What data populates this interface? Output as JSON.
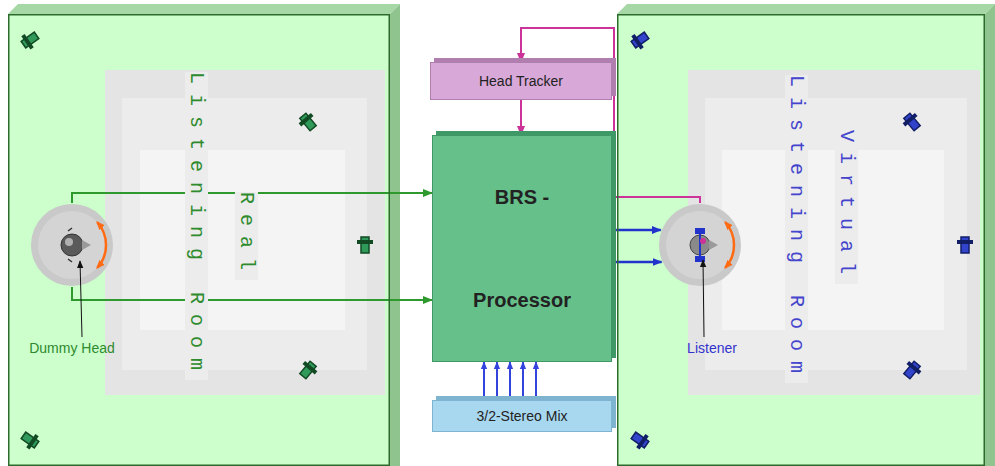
{
  "diagram": {
    "nodes": [
      {
        "text": [
          "Real Listening Room"
        ]
      },
      {
        "text": [
          "Dummy Head"
        ],
        "in": 0
      },
      {
        "text": [
          "Head Tracker"
        ]
      },
      {
        "text": [
          "BRS - Processor"
        ]
      },
      {
        "text": [
          "3/2-Stereo Mix"
        ]
      },
      {
        "text": [
          "Virtual Listening Room"
        ]
      },
      {
        "text": [
          "Listener"
        ],
        "in": 5
      }
    ],
    "edges": [
      {
        "from": 1,
        "to": 3,
        "arrow": "to"
      },
      {
        "from": 1,
        "to": 3,
        "arrow": "to"
      },
      {
        "from": 3,
        "to": 6,
        "arrow": "to"
      },
      {
        "from": 3,
        "to": 6,
        "arrow": "to"
      },
      {
        "from": 6,
        "to": 2,
        "arrow": "to"
      },
      {
        "from": 2,
        "to": 3,
        "arrow": "to"
      },
      {
        "from": 4,
        "to": 3,
        "arrow": "to"
      },
      {
        "from": 4,
        "to": 3,
        "arrow": "to"
      },
      {
        "from": 4,
        "to": 3,
        "arrow": "to"
      },
      {
        "from": 4,
        "to": 3,
        "arrow": "to"
      },
      {
        "from": 4,
        "to": 3,
        "arrow": "to"
      }
    ]
  }
}
